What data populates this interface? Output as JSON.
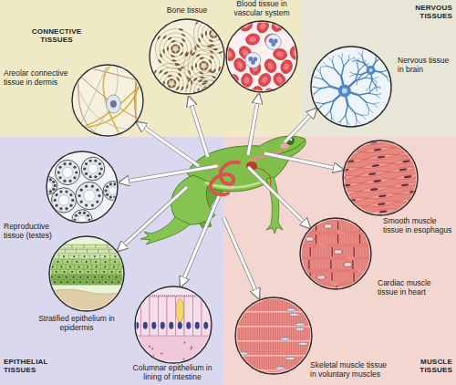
{
  "diagram": {
    "nodes": [
      {
        "text": [
          "CONNECTIVE TISSUES"
        ]
      },
      {
        "text": [
          "Bone tissue"
        ],
        "in": 0
      },
      {
        "text": [
          "Blood tissue in vascular system"
        ],
        "in": 0
      },
      {
        "text": [
          "Areolar connective tissue in dermis"
        ],
        "in": 0
      },
      {
        "text": [
          "NERVOUS TISSUES"
        ]
      },
      {
        "text": [
          "Nervous tissue in brain"
        ],
        "in": 4
      },
      {
        "text": [
          "EPITHELIAL TISSUES"
        ]
      },
      {
        "text": [
          "Reproductive tissue (testes)"
        ],
        "in": 6
      },
      {
        "text": [
          "Stratified epithelium in epidermis"
        ],
        "in": 6
      },
      {
        "text": [
          "Columnar epithelium in lining of intestine"
        ],
        "in": 6
      },
      {
        "text": [
          "MUSCLE TISSUES"
        ]
      },
      {
        "text": [
          "Smooth muscle tissue in esophagus"
        ],
        "in": 10
      },
      {
        "text": [
          "Cardiac muscle tissue in heart"
        ],
        "in": 10
      },
      {
        "text": [
          "Skeletal muscle tissue in voluntary muscles"
        ],
        "in": 10
      }
    ]
  }
}
